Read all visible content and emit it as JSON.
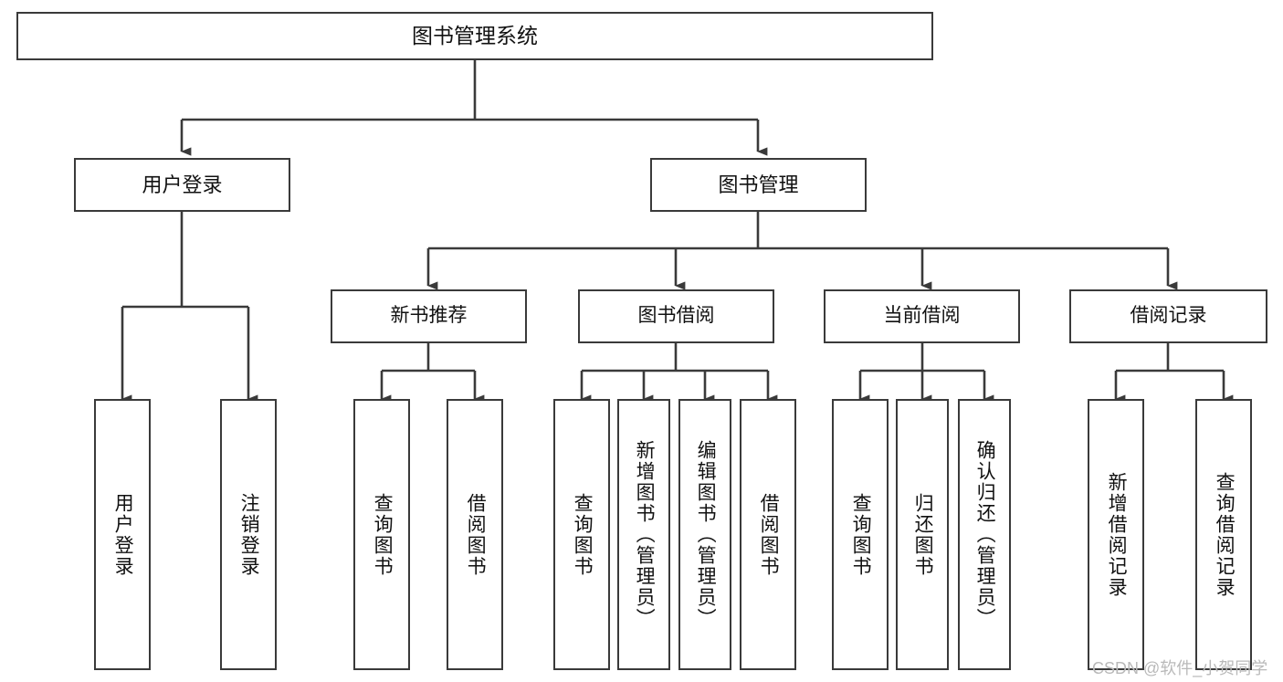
{
  "diagram": {
    "title": "图书管理系统",
    "type": "hierarchy-tree",
    "watermark": "CSDN @软件_小贺同学",
    "colors": {
      "stroke": "#3a3a3a",
      "fill": "#ffffff",
      "text": "#111111",
      "watermark": "#b9b9b9"
    },
    "root": {
      "label": "图书管理系统"
    },
    "level1": [
      {
        "label": "用户登录"
      },
      {
        "label": "图书管理"
      }
    ],
    "level2": [
      {
        "label": "新书推荐"
      },
      {
        "label": "图书借阅"
      },
      {
        "label": "当前借阅"
      },
      {
        "label": "借阅记录"
      }
    ],
    "leaves": {
      "user_login": [
        {
          "label": "用户登录"
        },
        {
          "label": "注销登录"
        }
      ],
      "new_book": [
        {
          "label": "查询图书"
        },
        {
          "label": "借阅图书"
        }
      ],
      "book_borrow": [
        {
          "label": "查询图书"
        },
        {
          "label": "新增图书（管理员）"
        },
        {
          "label": "编辑图书（管理员）"
        },
        {
          "label": "借阅图书"
        }
      ],
      "current_borrow": [
        {
          "label": "查询图书"
        },
        {
          "label": "归还图书"
        },
        {
          "label": "确认归还（管理员）"
        }
      ],
      "borrow_record": [
        {
          "label": "新增借阅记录"
        },
        {
          "label": "查询借阅记录"
        }
      ]
    }
  }
}
